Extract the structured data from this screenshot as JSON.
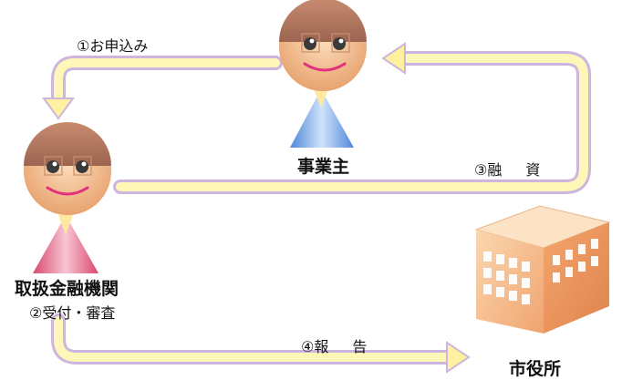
{
  "labels": {
    "step1": "①お申込み",
    "step2": "②受付・審査",
    "step3_num": "③融",
    "step3_char": "資",
    "step4_num": "④報",
    "step4_char": "告"
  },
  "actors": {
    "business_owner": "事業主",
    "financial_institution": "取扱金融機関",
    "city_hall": "市役所"
  },
  "colors": {
    "arrow_fill": "#fff7b8",
    "arrow_edge": "#cdb6dd",
    "face": "#f6c08f",
    "hair": "#b87a61",
    "suit_blue": "#7fb0e8",
    "suit_pink": "#e46f8f",
    "building": "#f7c79a"
  }
}
